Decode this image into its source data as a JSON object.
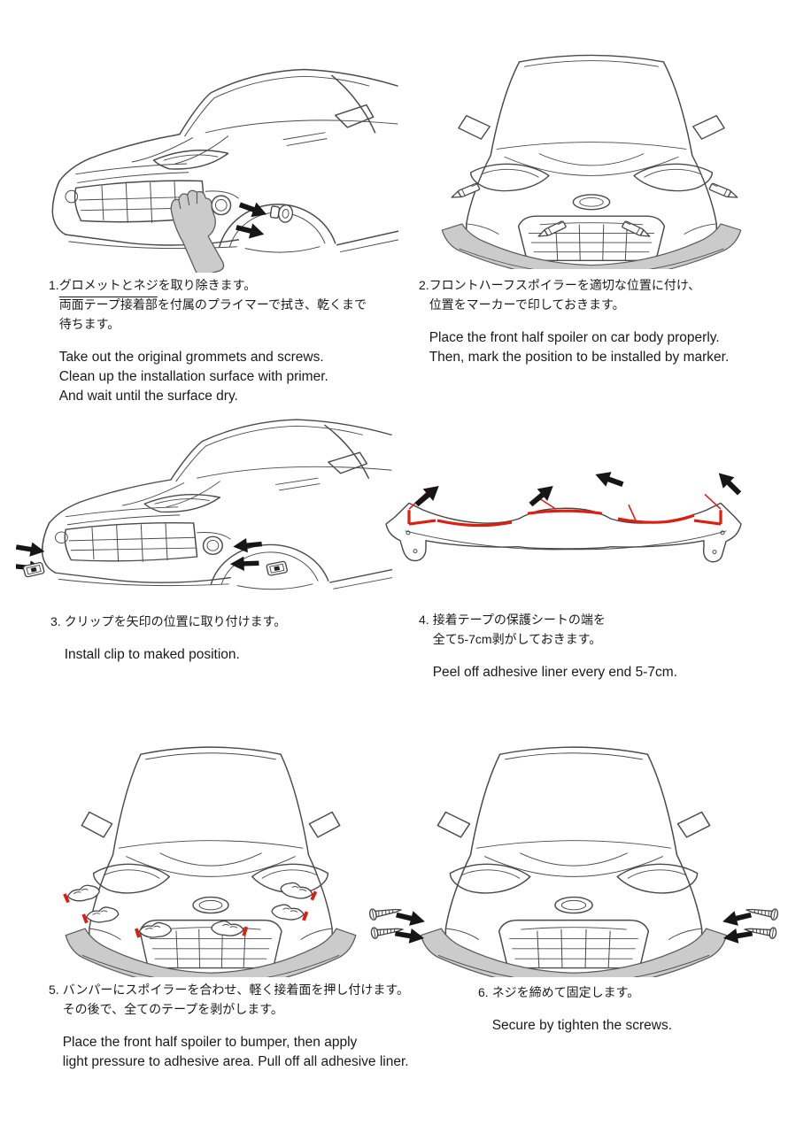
{
  "colors": {
    "line_art": "#4a4a4a",
    "spoiler_gray": "#cacbca",
    "tape_red": "#de1e0f",
    "arrow_black": "#161616",
    "text": "#1a1a1a"
  },
  "steps": [
    {
      "num": "1.",
      "jp_pre": "グロメットとネジを取り除きます。\n",
      "jp_overline": "両面テープ接着部",
      "jp_post": "を付属のプライマーで拭き、乾くまで\n待ちます。",
      "en": "Take out the original grommets and screws.\nClean up the installation surface with primer.\nAnd wait until the surface dry."
    },
    {
      "num": "2.",
      "jp": "フロントハーフスポイラーを適切な位置に付け、\n位置をマーカーで印しておきます。",
      "en": "Place the front half spoiler on car body properly.\nThen, mark the position to be installed by marker."
    },
    {
      "num": "3.",
      "jp": "クリップを矢印の位置に取り付けます。",
      "en": "Install clip to maked position."
    },
    {
      "num": "4.",
      "jp": "接着テープの保護シートの端を\n全て5-7cm剥がしておきます。",
      "en": "Peel off adhesive liner every end 5-7cm."
    },
    {
      "num": "5.",
      "jp": "バンパーにスポイラーを合わせ、軽く接着面を押し付けます。\nその後で、全てのテープを剥がします。",
      "en": "Place the front half spoiler to bumper, then apply\nlight pressure to adhesive area. Pull off all adhesive liner."
    },
    {
      "num": "6.",
      "jp": "ネジを締めて固定します。",
      "en": "Secure by tighten the screws."
    }
  ]
}
